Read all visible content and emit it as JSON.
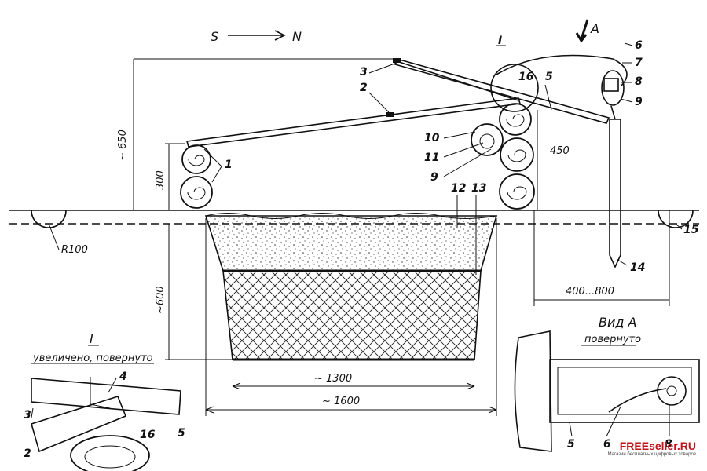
{
  "orientation": {
    "south": "S",
    "north": "N"
  },
  "view_arrow": "A",
  "detail_mark": "I",
  "callouts": [
    "1",
    "2",
    "3",
    "5",
    "6",
    "7",
    "8",
    "9",
    "10",
    "11",
    "12",
    "13",
    "14",
    "15",
    "16"
  ],
  "dims": {
    "height_total": "~ 650",
    "height_logs": "300",
    "height_right": "450",
    "pit_depth": "~600",
    "radius": "R100",
    "pit_bottom": "~ 1300",
    "pit_top": "~ 1600",
    "stake_offset": "400...800"
  },
  "inset_detail": {
    "title": "I",
    "subtitle": "увеличено, повернуто",
    "labels": [
      "3",
      "4",
      "16",
      "5",
      "2"
    ]
  },
  "inset_view": {
    "title": "Вид А",
    "subtitle": "повернуто",
    "labels": [
      "5",
      "6",
      "8"
    ]
  },
  "watermark": {
    "brand": "FREEseller.RU",
    "sub": "Магазин бесплатных цифровых товаров"
  }
}
